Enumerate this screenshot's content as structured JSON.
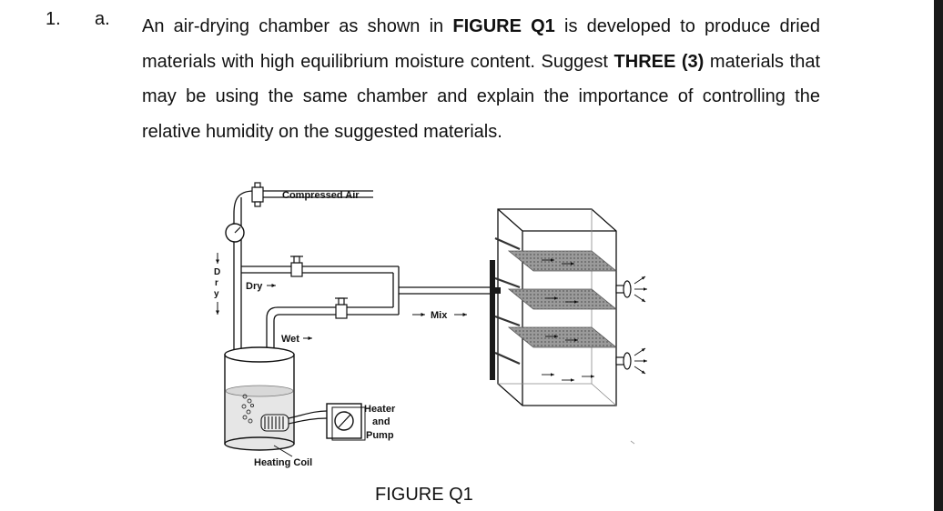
{
  "question": {
    "number": "1.",
    "part": "a.",
    "text": [
      {
        "t": "An air-drying chamber as shown in ",
        "b": false
      },
      {
        "t": "FIGURE Q1",
        "b": true
      },
      {
        "t": " is developed to produce dried materials with high equilibrium moisture content. Suggest ",
        "b": false
      },
      {
        "t": "THREE (3)",
        "b": true
      },
      {
        "t": " materials that may be using the same chamber and explain the importance of controlling the relative humidity on the suggested materials.",
        "b": false
      }
    ]
  },
  "figure": {
    "caption": "FIGURE Q1",
    "labels": {
      "compressed_air": "Compressed Air",
      "dry": "Dry",
      "dry_vertical": [
        "D",
        "r",
        "y"
      ],
      "wet": "Wet",
      "mix": "Mix",
      "heater": "Heater",
      "and": "and",
      "pump": "Pump",
      "heating_coil": "Heating Coil"
    }
  },
  "colors": {
    "line": "#111111",
    "shelf": "#8a8a8a",
    "water": "#e6e6e6",
    "dark_bar": "#1a1a1a"
  }
}
